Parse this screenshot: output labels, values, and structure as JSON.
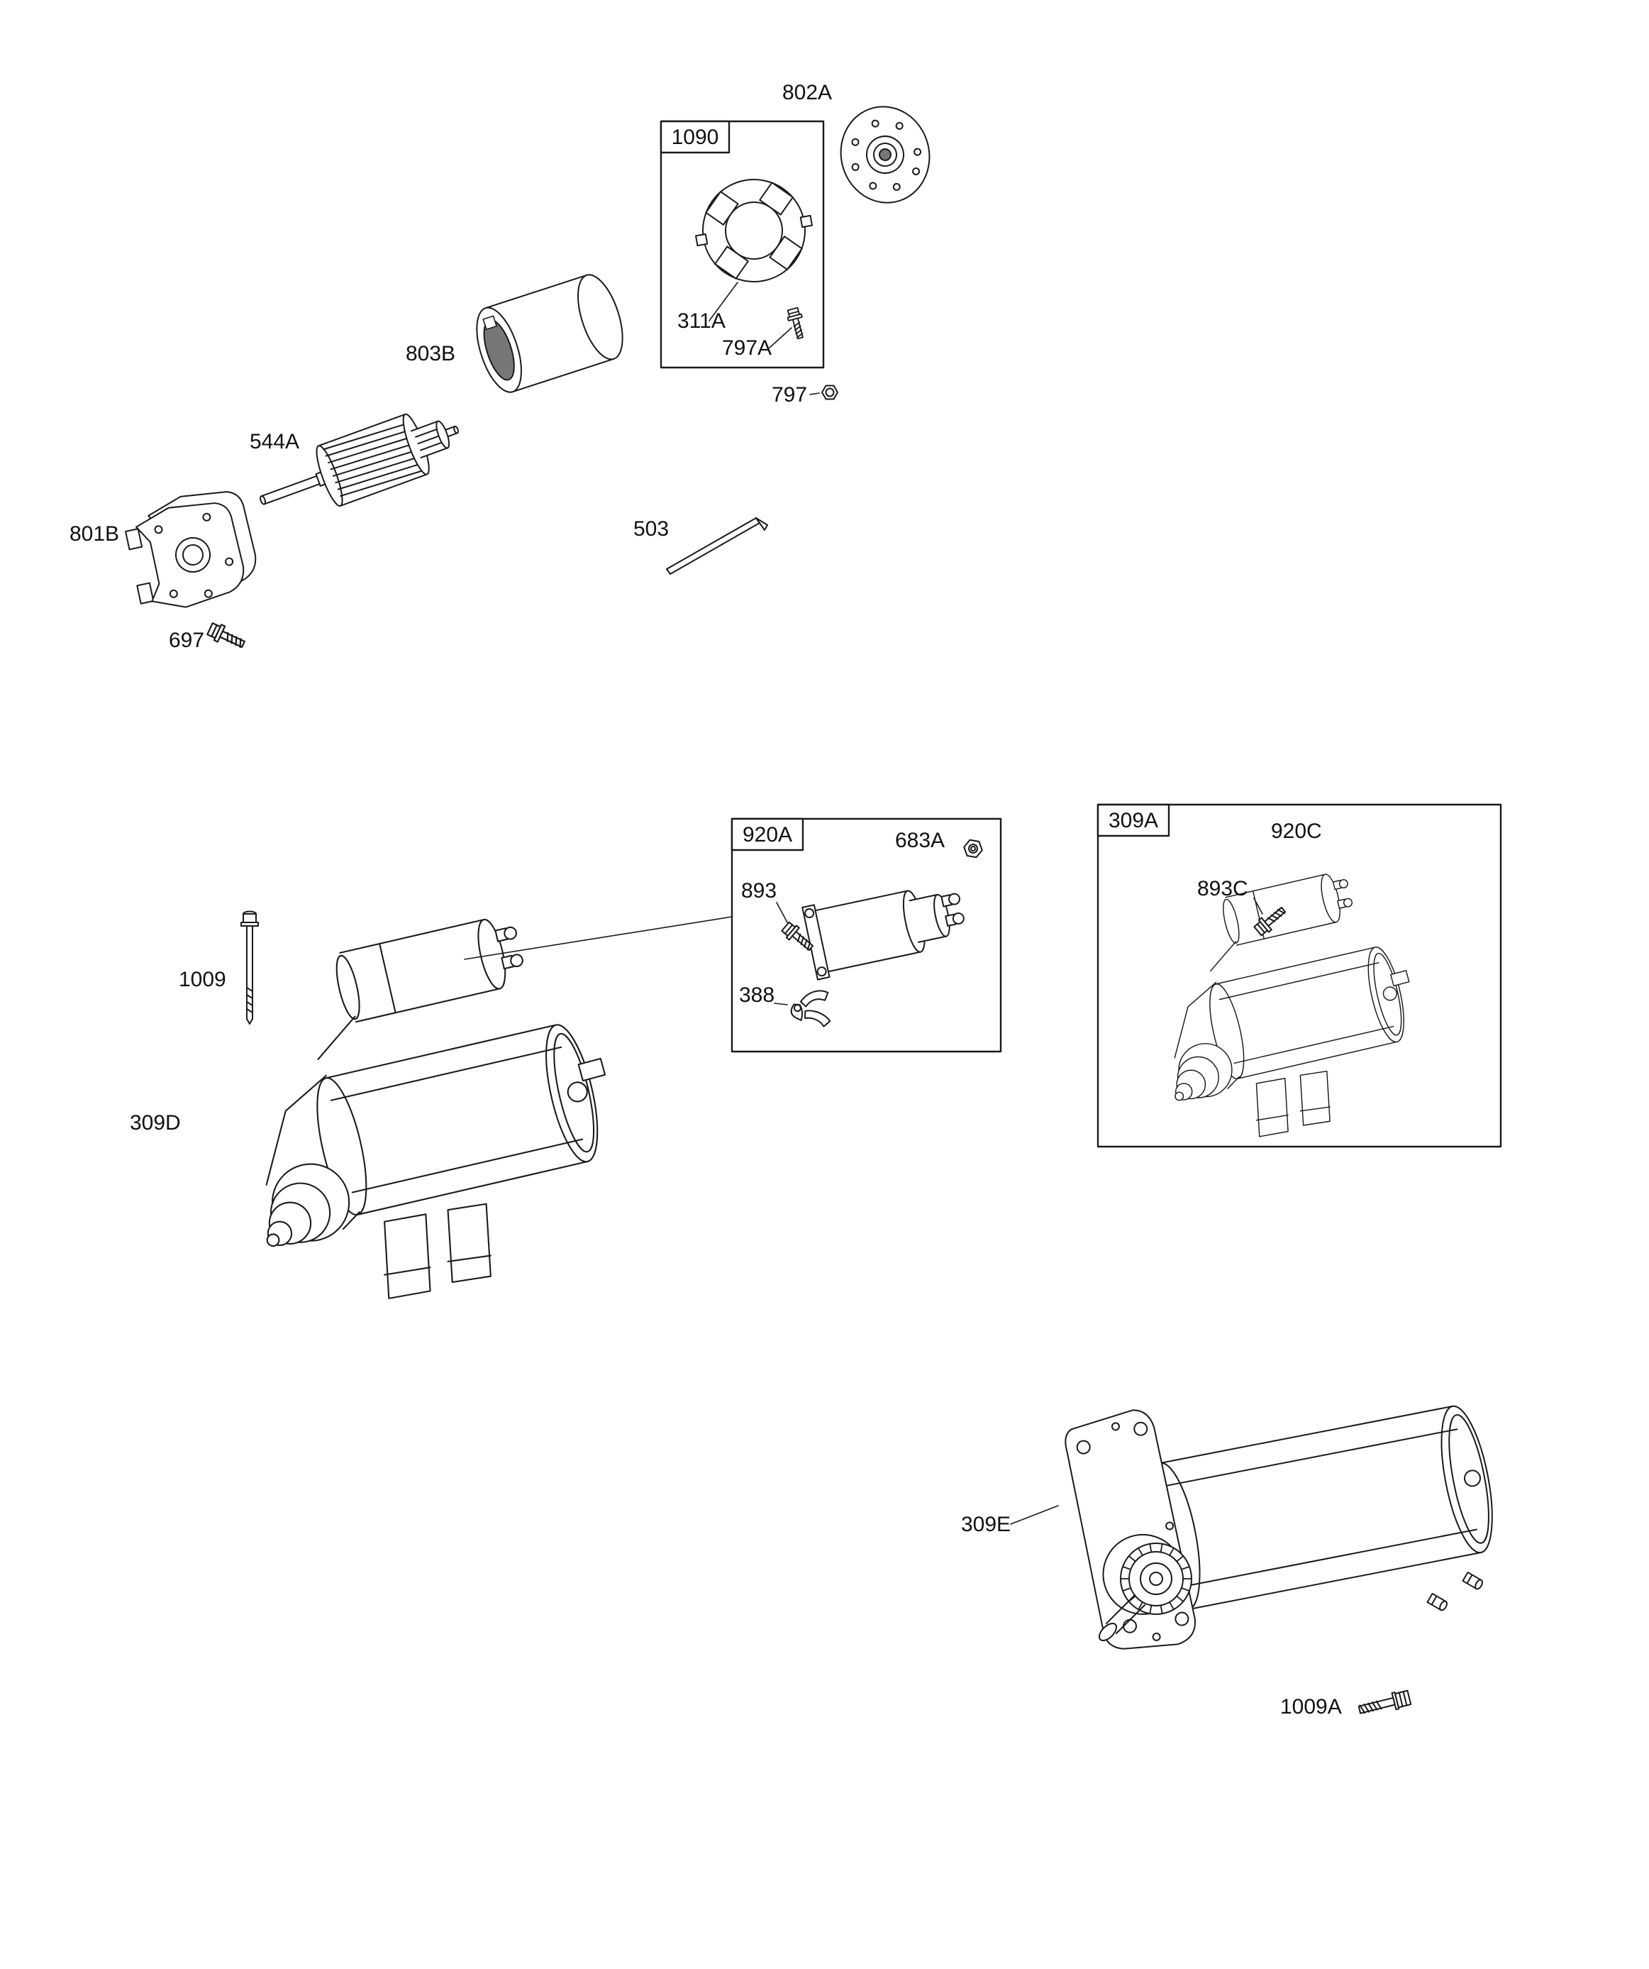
{
  "diagram": {
    "type": "exploded-parts-diagram",
    "subject": "electric starter motor assembly",
    "colors": {
      "line": "#1a1a1a",
      "background": "#ffffff",
      "text": "#111111",
      "bore_shade": "#777777"
    },
    "callouts": {
      "c802A": "802A",
      "c1090": "1090",
      "c311A": "311A",
      "c797A": "797A",
      "c797": "797",
      "c803B": "803B",
      "c544A": "544A",
      "c801B": "801B",
      "c697": "697",
      "c503": "503",
      "c920A": "920A",
      "c683A": "683A",
      "c893": "893",
      "c388": "388",
      "c309A": "309A",
      "c920C": "920C",
      "c893C": "893C",
      "c1009": "1009",
      "c309D": "309D",
      "c309E": "309E",
      "c1009A": "1009A"
    }
  }
}
